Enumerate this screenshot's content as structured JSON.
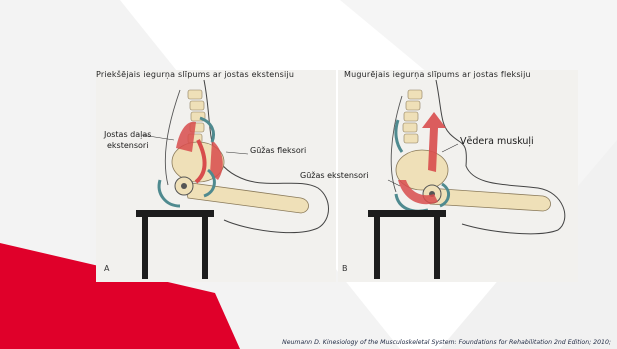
{
  "slide": {
    "citation": "Neumann D. Kinesiology of the Musculoskeletal System: Foundations for Rehabilitation 2nd Edition; 2010;",
    "colors": {
      "accent_red": "#e0002a",
      "watermark_gray": "#ededed",
      "muscle_red": "#d84c4c",
      "arrow_teal": "#4f8a8f",
      "bone": "#efe0b8"
    }
  },
  "figure_a": {
    "title": "Priekšējais iegurņa slīpums ar jostas ekstensiju",
    "panel_letter": "A",
    "labels": {
      "lumbar_extensors_line1": "Jostas daļas",
      "lumbar_extensors_line2": "ekstensori",
      "hip_flexors": "Gūžas fleksori"
    }
  },
  "figure_b": {
    "title": "Mugurējais iegurņa slīpums ar jostas fleksiju",
    "panel_letter": "B",
    "labels": {
      "abdominals": "Vēdera muskuļi",
      "hip_extensors": "Gūžas ekstensori"
    }
  }
}
